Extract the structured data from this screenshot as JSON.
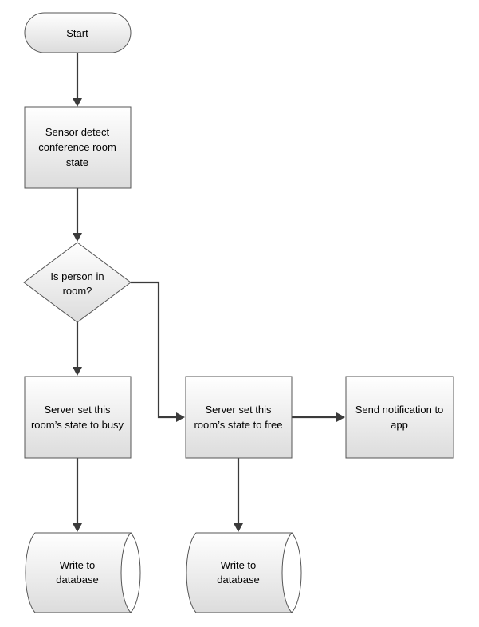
{
  "flowchart": {
    "nodes": {
      "start": {
        "lines": [
          "Start"
        ]
      },
      "sensor": {
        "lines": [
          "Sensor detect",
          "conference room",
          "state"
        ]
      },
      "decision": {
        "lines": [
          "Is person in",
          "room?"
        ]
      },
      "busy": {
        "lines": [
          "Server set this",
          "room’s state to busy"
        ]
      },
      "free": {
        "lines": [
          "Server set this",
          "room’s state to free"
        ]
      },
      "notify": {
        "lines": [
          "Send notification to",
          "app"
        ]
      },
      "db_left": {
        "lines": [
          "Write to",
          "database"
        ]
      },
      "db_right": {
        "lines": [
          "Write to",
          "database"
        ]
      }
    },
    "colors": {
      "shape_fill_top": "#ffffff",
      "shape_fill_bottom": "#dcdcdc",
      "stroke": "#545454",
      "connector": "#3b3b3b"
    }
  }
}
